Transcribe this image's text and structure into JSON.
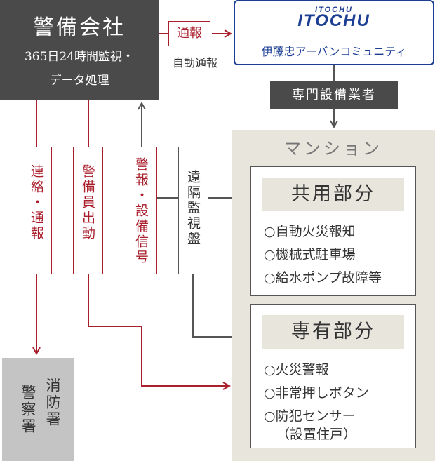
{
  "security_company": {
    "title": "警備会社",
    "desc_line1": "365日24時間監視・",
    "desc_line2": "データ処理"
  },
  "report": {
    "label": "通報",
    "sublabel": "自動通報"
  },
  "itochu": {
    "logo_small": "ITOCHU",
    "logo": "ITOCHU",
    "name": "伊藤忠アーバンコミュニティ"
  },
  "specialist": {
    "label": "専門設備業者"
  },
  "mansion": {
    "title": "マンション"
  },
  "common_area": {
    "title": "共用部分",
    "items": [
      "○自動火災報知",
      "○機械式駐車場",
      "○給水ポンプ故障等"
    ]
  },
  "private_area": {
    "title": "専有部分",
    "items": [
      "○火災警報",
      "○非常押しボタン",
      "○防犯センサー",
      "（設置住戸）"
    ]
  },
  "links": {
    "contact": "連絡・通報",
    "guard_dispatch": "警備員出動",
    "alarm_signal": "警報・設備信号",
    "remote_monitor": "遠隔監視盤"
  },
  "police_fire": {
    "fire": "消防署",
    "police": "警察署"
  },
  "colors": {
    "red": "#a91f2c",
    "dark": "#4a4a4a",
    "beige": "#e8e5dd",
    "itochu_blue": "#1c3f94",
    "gray_box": "#c4c4c4"
  }
}
